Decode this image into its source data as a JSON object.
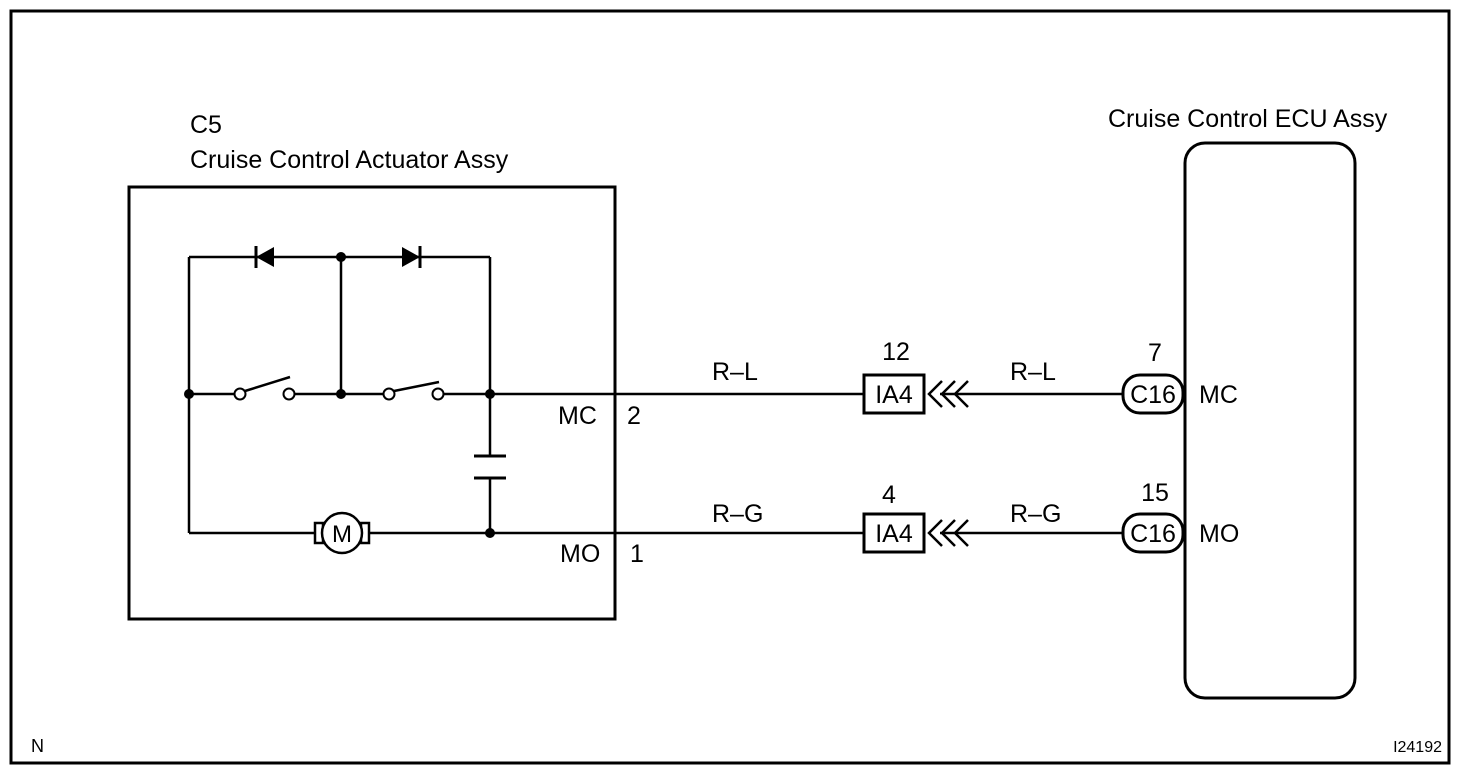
{
  "figure": {
    "corner_letter": "N",
    "figure_id": "I24192"
  },
  "actuator": {
    "connector": "C5",
    "name": "Cruise Control Actuator Assy",
    "motor_symbol": "M",
    "pins": [
      {
        "terminal": "MC",
        "pin": "2"
      },
      {
        "terminal": "MO",
        "pin": "1"
      }
    ]
  },
  "ecu": {
    "name": "Cruise Control ECU Assy",
    "pins": [
      {
        "terminal": "MC",
        "pin": "7",
        "connector": "C16"
      },
      {
        "terminal": "MO",
        "pin": "15",
        "connector": "C16"
      }
    ]
  },
  "wires": [
    {
      "color_left": "R–L",
      "junction": "IA4",
      "junction_pin": "12",
      "color_right": "R–L"
    },
    {
      "color_left": "R–G",
      "junction": "IA4",
      "junction_pin": "4",
      "color_right": "R–G"
    }
  ]
}
